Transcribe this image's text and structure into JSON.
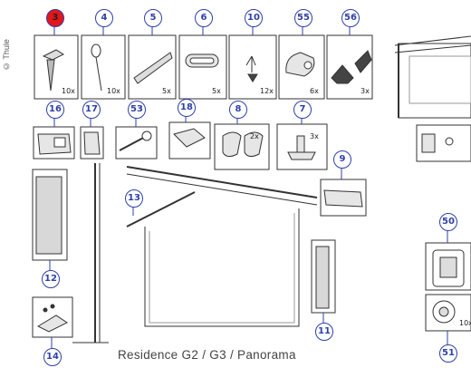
{
  "copyright": "© Thule",
  "caption": "Residence G2 / G3 / Panorama",
  "colors": {
    "badge": "#2e3fa8",
    "highlight": "#e3161b"
  },
  "parts": [
    {
      "num": "3",
      "qty": "10x",
      "highlighted": true
    },
    {
      "num": "4",
      "qty": "10x"
    },
    {
      "num": "5",
      "qty": "5x"
    },
    {
      "num": "6",
      "qty": "5x"
    },
    {
      "num": "10",
      "qty": "12x"
    },
    {
      "num": "55",
      "qty": "6x"
    },
    {
      "num": "56",
      "qty": "3x"
    },
    {
      "num": "16",
      "qty": ""
    },
    {
      "num": "17",
      "qty": ""
    },
    {
      "num": "53",
      "qty": ""
    },
    {
      "num": "18",
      "qty": ""
    },
    {
      "num": "8",
      "qty": "2x"
    },
    {
      "num": "7",
      "qty": "3x"
    },
    {
      "num": "9",
      "qty": ""
    },
    {
      "num": "13",
      "qty": ""
    },
    {
      "num": "12",
      "qty": ""
    },
    {
      "num": "11",
      "qty": ""
    },
    {
      "num": "14",
      "qty": ""
    },
    {
      "num": "50",
      "qty": ""
    },
    {
      "num": "51",
      "qty": "10x"
    }
  ]
}
